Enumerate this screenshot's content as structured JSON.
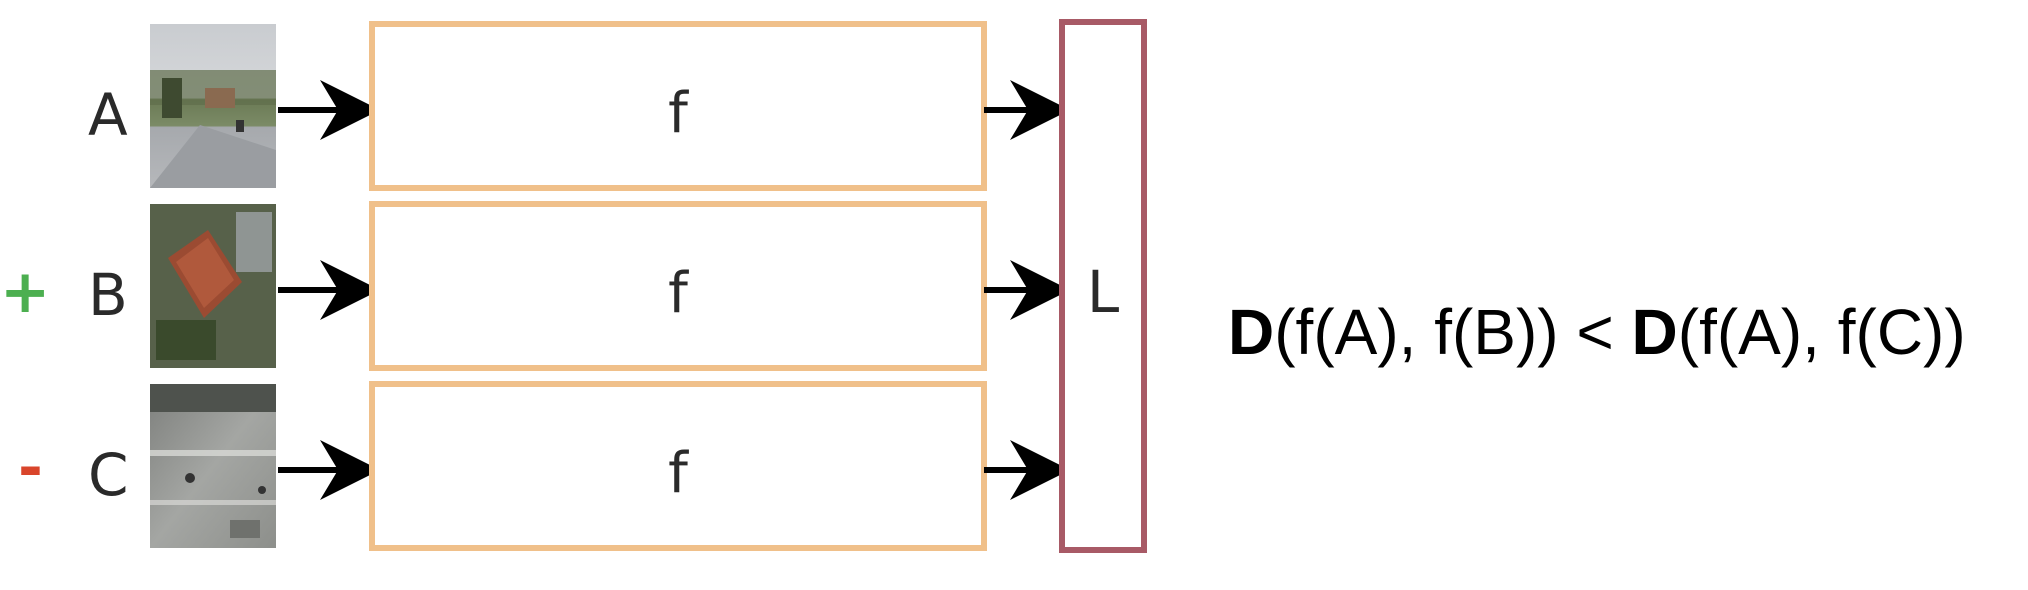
{
  "inputs": [
    {
      "label": "A",
      "sign": ""
    },
    {
      "label": "B",
      "sign": "+"
    },
    {
      "label": "C",
      "sign": "-"
    }
  ],
  "network_label": "f",
  "loss_label": "L",
  "formula": {
    "D1": "D",
    "arg1": "(f(A), f(B))",
    "op": " < ",
    "D2": "D",
    "arg2": "(f(A), f(C))"
  },
  "colors": {
    "network_border": "#f0c08a",
    "loss_border": "#a85a66",
    "plus": "#4caf50",
    "minus": "#d9452b"
  }
}
